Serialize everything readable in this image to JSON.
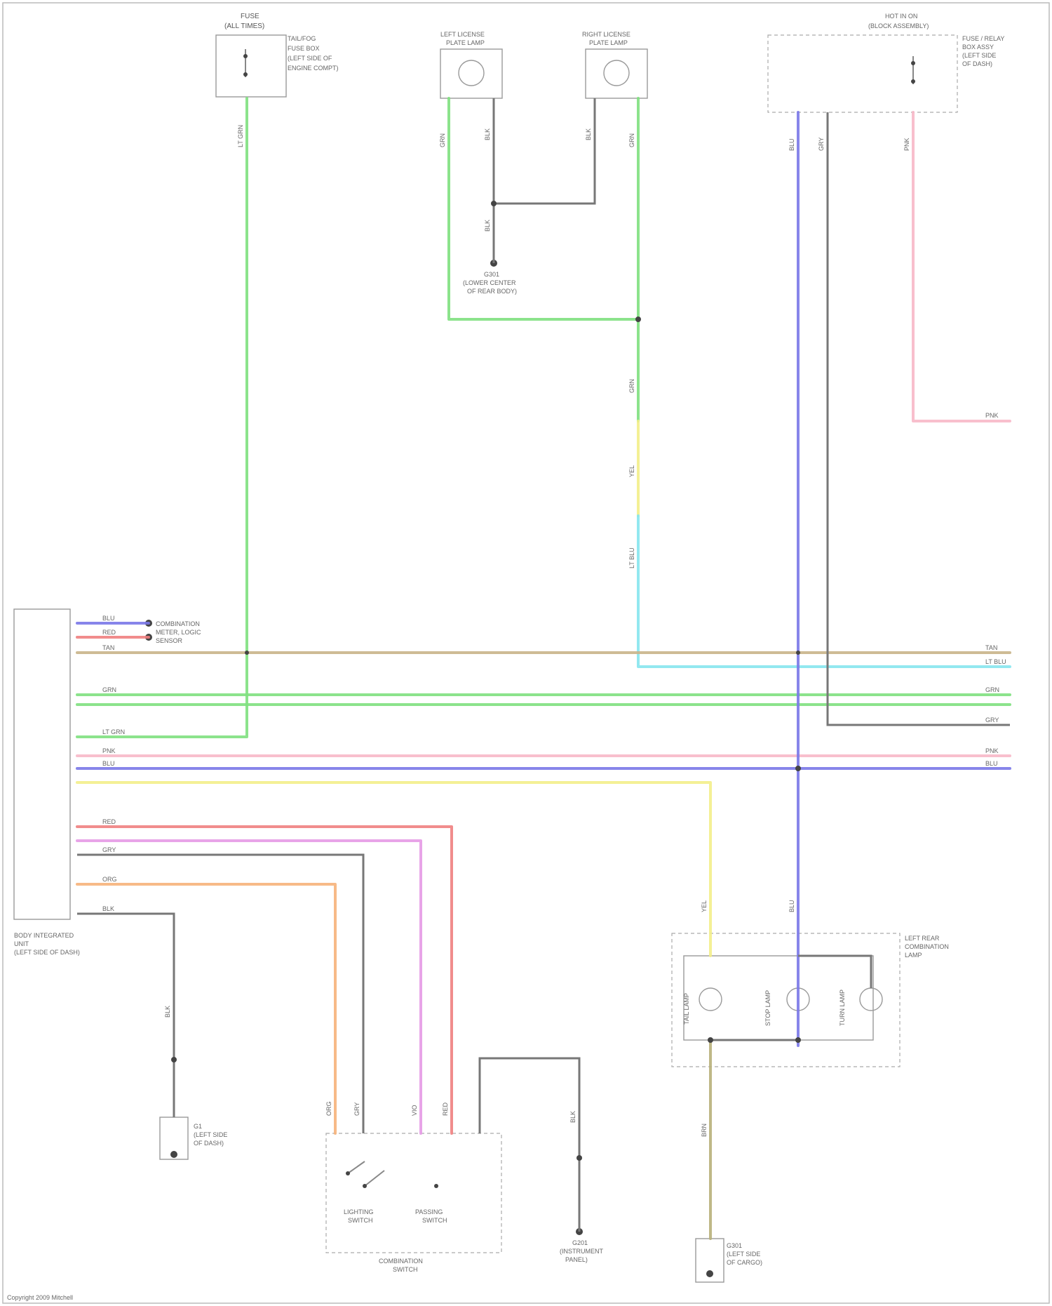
{
  "colors": {
    "green": "#7fe07f",
    "gray": "#8a8a8a",
    "pink": "#f7b8c8",
    "blue": "#7a78e8",
    "tan": "#c9b48a",
    "cyan": "#86e6ee",
    "yellow": "#f3ee8a",
    "red": "#ef7f7f",
    "magenta": "#e69ae6",
    "orange": "#f6b27a",
    "olive": "#b8b07a"
  },
  "labels": {
    "fuse_top": "FUSE",
    "fuse_sub": "(ALL TIMES)",
    "fuse_desc1": "TAIL/FOG",
    "fuse_desc2": "FUSE BOX",
    "fuse_desc3": "(LEFT SIDE OF",
    "fuse_desc4": "ENGINE COMPT)",
    "left_license": "LEFT LICENSE",
    "right_license": "RIGHT LICENSE",
    "plate_lamp": "PLATE LAMP",
    "ground_mid1": "G301",
    "ground_mid2": "(LOWER CENTER",
    "ground_mid3": "OF REAR BODY)",
    "fuse_right1": "HOT IN ON",
    "fuse_right2": "(BLOCK ASSEMBLY)",
    "fuse_right3": "FUSE / RELAY",
    "fuse_right4": "BOX ASSY",
    "fuse_right5": "(LEFT SIDE",
    "fuse_right6": "OF DASH)",
    "pnk_label": "PNK",
    "module1": "BODY INTEGRATED",
    "module2": "UNIT",
    "module3": "(LEFT SIDE OF DASH)",
    "comb_lamp1": "LEFT REAR",
    "comb_lamp2": "COMBINATION",
    "comb_lamp3": "LAMP",
    "comb_switch1": "COMBINATION",
    "comb_switch2": "SWITCH",
    "lighting_sw": "LIGHTING",
    "lighting_sw2": "SWITCH",
    "passing_sw": "PASSING",
    "passing_sw2": "SWITCH",
    "ground_left1": "G1",
    "ground_left2": "(LEFT SIDE",
    "ground_left3": "OF DASH)",
    "ground_right1": "G301",
    "ground_right2": "(LEFT SIDE",
    "ground_right3": "OF CARGO)",
    "ground_bottom1": "G201",
    "ground_bottom2": "(INSTRUMENT",
    "ground_bottom3": "PANEL)",
    "to1": "COMBINATION",
    "to2": "METER, LOGIC",
    "to3": "SENSOR",
    "tail_lamp": "TAIL LAMP",
    "stop_lamp": "STOP LAMP",
    "turn_lamp": "TURN LAMP",
    "footer": "Copyright 2009 Mitchell"
  },
  "wire_codes": {
    "grn": "GRN",
    "gry": "GRY",
    "blu": "BLU",
    "lt_grn": "LT GRN",
    "yel": "YEL",
    "red": "RED",
    "pnk": "PNK",
    "org": "ORG",
    "tan": "TAN",
    "brn": "BRN",
    "blk": "BLK",
    "vio": "VIO",
    "lt_blu": "LT BLU"
  }
}
